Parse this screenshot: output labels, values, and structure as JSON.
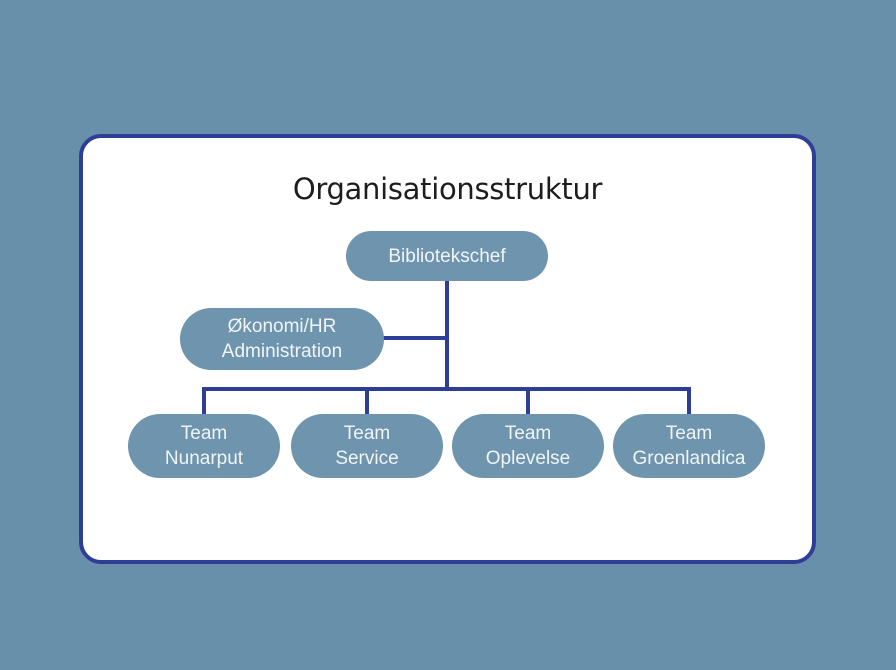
{
  "diagram": {
    "title": "Organisationsstruktur",
    "root": {
      "label": "Bibliotekschef"
    },
    "staff": {
      "line1": "Økonomi/HR",
      "line2": "Administration"
    },
    "teams": [
      {
        "line1": "Team",
        "line2": "Nunarput"
      },
      {
        "line1": "Team",
        "line2": "Service"
      },
      {
        "line1": "Team",
        "line2": "Oplevelse"
      },
      {
        "line1": "Team",
        "line2": "Groenlandica"
      }
    ],
    "colors": {
      "canvas_bg": "#6890aa",
      "card_bg": "#ffffff",
      "card_border": "#2e3d96",
      "connector": "#2e3d96",
      "node_fill": "#6e94ae",
      "node_text": "#f1f5f8",
      "title_text": "#1d1d1d"
    }
  }
}
